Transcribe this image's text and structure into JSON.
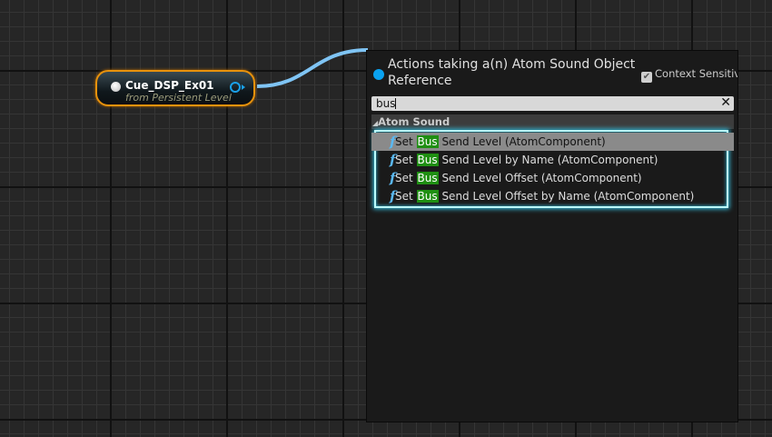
{
  "node": {
    "title": "Cue_DSP_Ex01",
    "subtitle": "from Persistent Level"
  },
  "panel": {
    "header": "Actions taking a(n) Atom Sound Object Reference",
    "context_sensitive_label": "Context Sensitive",
    "context_sensitive_checked": true,
    "search_value": "bus",
    "category": "Atom Sound",
    "items": [
      {
        "pre": "Set ",
        "match": "Bus",
        "post": " Send Level (AtomComponent)"
      },
      {
        "pre": "Set ",
        "match": "Bus",
        "post": " Send Level by Name (AtomComponent)"
      },
      {
        "pre": "Set ",
        "match": "Bus",
        "post": " Send Level Offset (AtomComponent)"
      },
      {
        "pre": "Set ",
        "match": "Bus",
        "post": " Send Level Offset by Name (AtomComponent)"
      }
    ]
  },
  "colors": {
    "accent": "#0aa2f0",
    "node_border": "#e8920c",
    "highlight": "#1f8f12"
  }
}
